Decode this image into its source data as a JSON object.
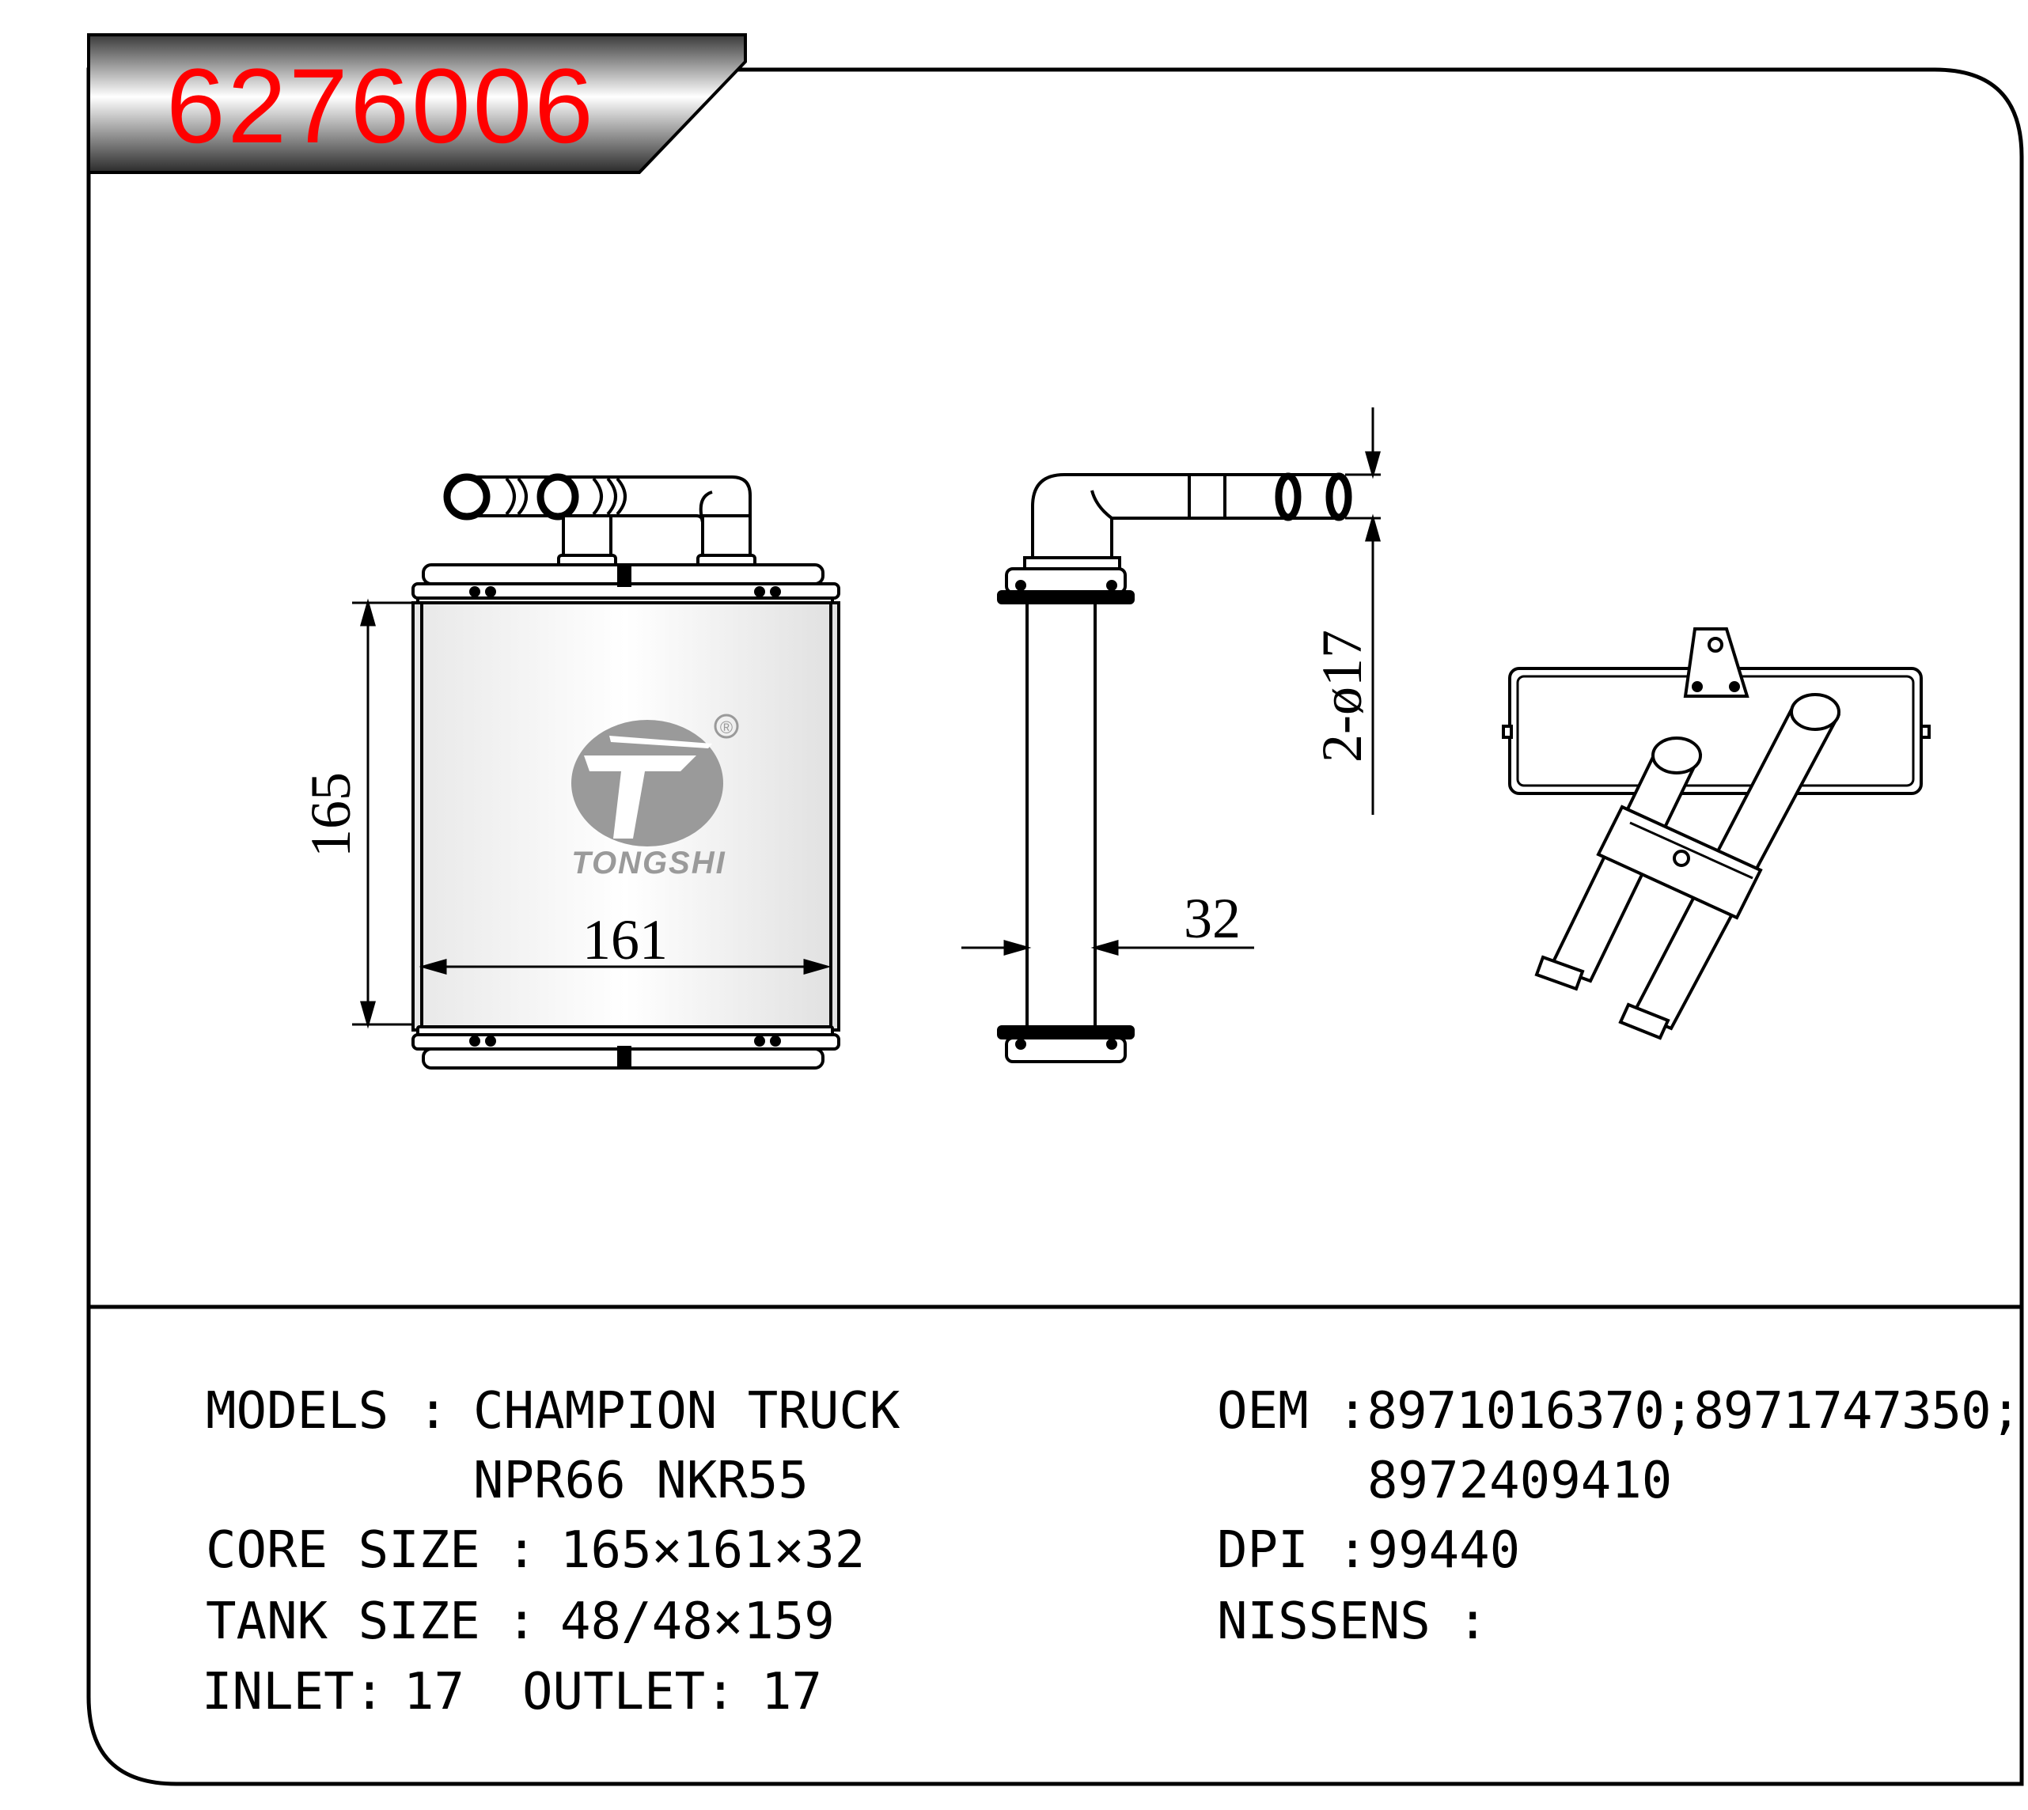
{
  "part_number": "6276006",
  "brand": {
    "name": "TONGSHI",
    "registered_mark": "®"
  },
  "dimensions": {
    "height": "165",
    "width": "161",
    "depth": "32",
    "pipe": "2-ø17"
  },
  "specs": {
    "models_label": "MODELS",
    "models_sep": ":",
    "models_line1": "CHAMPION TRUCK",
    "models_line2": "NPR66 NKR55",
    "core_label": "CORE SIZE",
    "core_sep": ":",
    "core_value": "165×161×32",
    "tank_label": "TANK SIZE",
    "tank_sep": ":",
    "tank_value": "48/48×159",
    "inlet_label": "INLET:",
    "inlet_value": "17",
    "outlet_label": "OUTLET:",
    "outlet_value": "17",
    "oem_label": "OEM",
    "oem_line1": ":8971016370;8971747350;",
    "oem_line2": "8972409410",
    "dpi_label": "DPI",
    "dpi_value": ":99440",
    "nissens_label": "NISSENS",
    "nissens_sep": ":"
  }
}
